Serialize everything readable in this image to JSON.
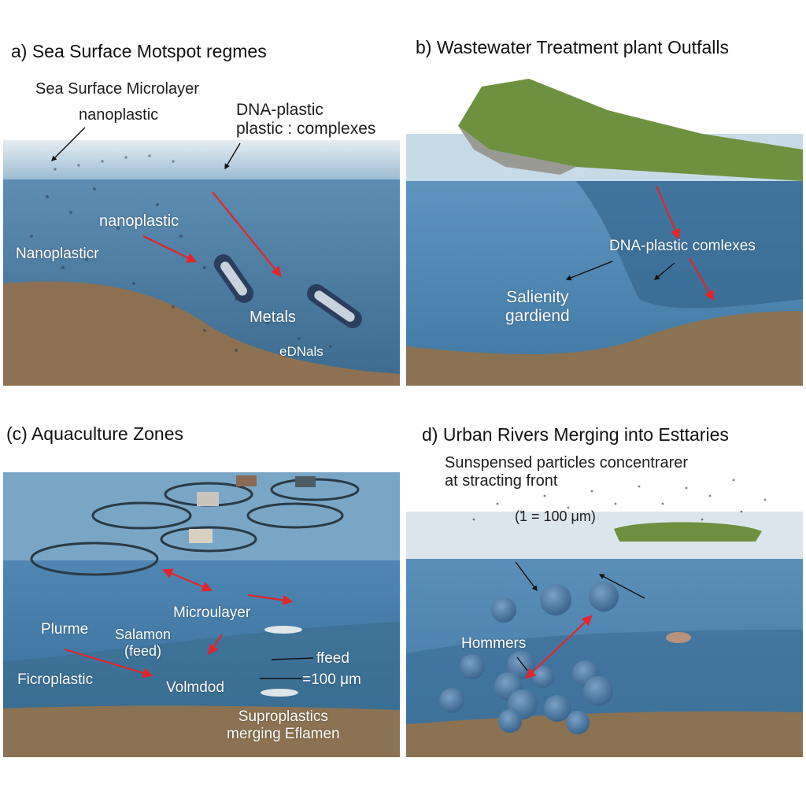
{
  "colors": {
    "water_deep": "#3f739b",
    "water_mid": "#5b8fb8",
    "water_surface": "#a9c8dc",
    "sediment": "#8c7354",
    "land_green": "#6f8f3d",
    "arrow_red": "#e0262b",
    "arrow_black": "#111111"
  },
  "panel_a": {
    "title": "a) Sea Surface Motspot regmes",
    "labels": {
      "microlayer": "Sea Surface Microlayer",
      "nanoplastic_top": "nanoplastic",
      "dna_plastic": "DNA-plastic\nplastic : complexes",
      "nanoplastic_mid": "nanoplastic",
      "nanoplasticr": "Nanoplasticr",
      "metals": "Metals",
      "ednals": "eDNals"
    }
  },
  "panel_b": {
    "title": "b)  Wastewater Treatment plant Outfalls",
    "labels": {
      "dna_plastic": "DNA-plastic comlexes",
      "salinity": "Salienity\ngardiend"
    }
  },
  "panel_c": {
    "title": "(c) Aquaculture Zones",
    "labels": {
      "microulayer": "Microulayer",
      "plume": "Plurme",
      "salamon": "Salamon\n(feed)",
      "ffeed": "ffeed",
      "ficroplastic": "Ficroplastic",
      "volmdod": "Volmdod",
      "scale": "=100 μm",
      "suproplastics": "Suproplastics\nmerging Eflamen"
    }
  },
  "panel_d": {
    "title": "d)  Urban Rivers Merging into Esttaries",
    "labels": {
      "suspended": "Sunspensed particles concentrarer\nat stracting front",
      "scale": "(1 = 100 μm)",
      "hommers": "Hommers"
    }
  }
}
